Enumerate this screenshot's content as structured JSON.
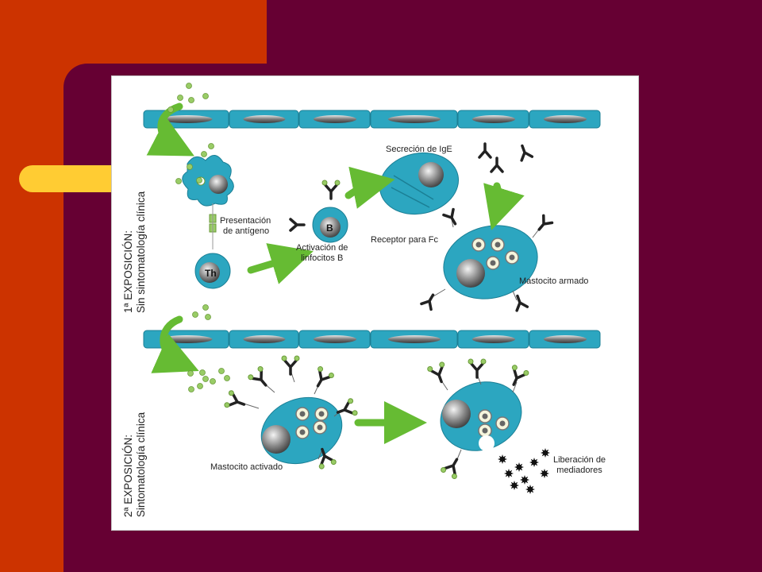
{
  "slide": {
    "colors": {
      "background": "#660033",
      "orange_block": "#CC3300",
      "yellow_pill": "#FFCC33",
      "cell": "#2CA6C0",
      "arrow": "#66BB33",
      "antigen": "#99CC66"
    }
  },
  "diagram": {
    "exposure1": {
      "line1": "1ª EXPOSICIÓN:",
      "line2": "Sin sintomatología clínica"
    },
    "exposure2": {
      "line1": "2ª EXPOSICIÓN:",
      "line2": "Sintomatología clínica"
    },
    "th_label": "Th",
    "b_label": "B",
    "labels": {
      "presentation": [
        "Presentación",
        "de antígeno"
      ],
      "b_activation": [
        "Activación de",
        "linfocitos B"
      ],
      "ige_secretion": "Secreción de IgE",
      "fc_receptor": "Receptor para Fc",
      "armed_mast_cell": "Mastocito armado",
      "activated_mast_cell": "Mastocito activado",
      "mediator_release": [
        "Liberación de",
        "mediadores"
      ]
    }
  }
}
